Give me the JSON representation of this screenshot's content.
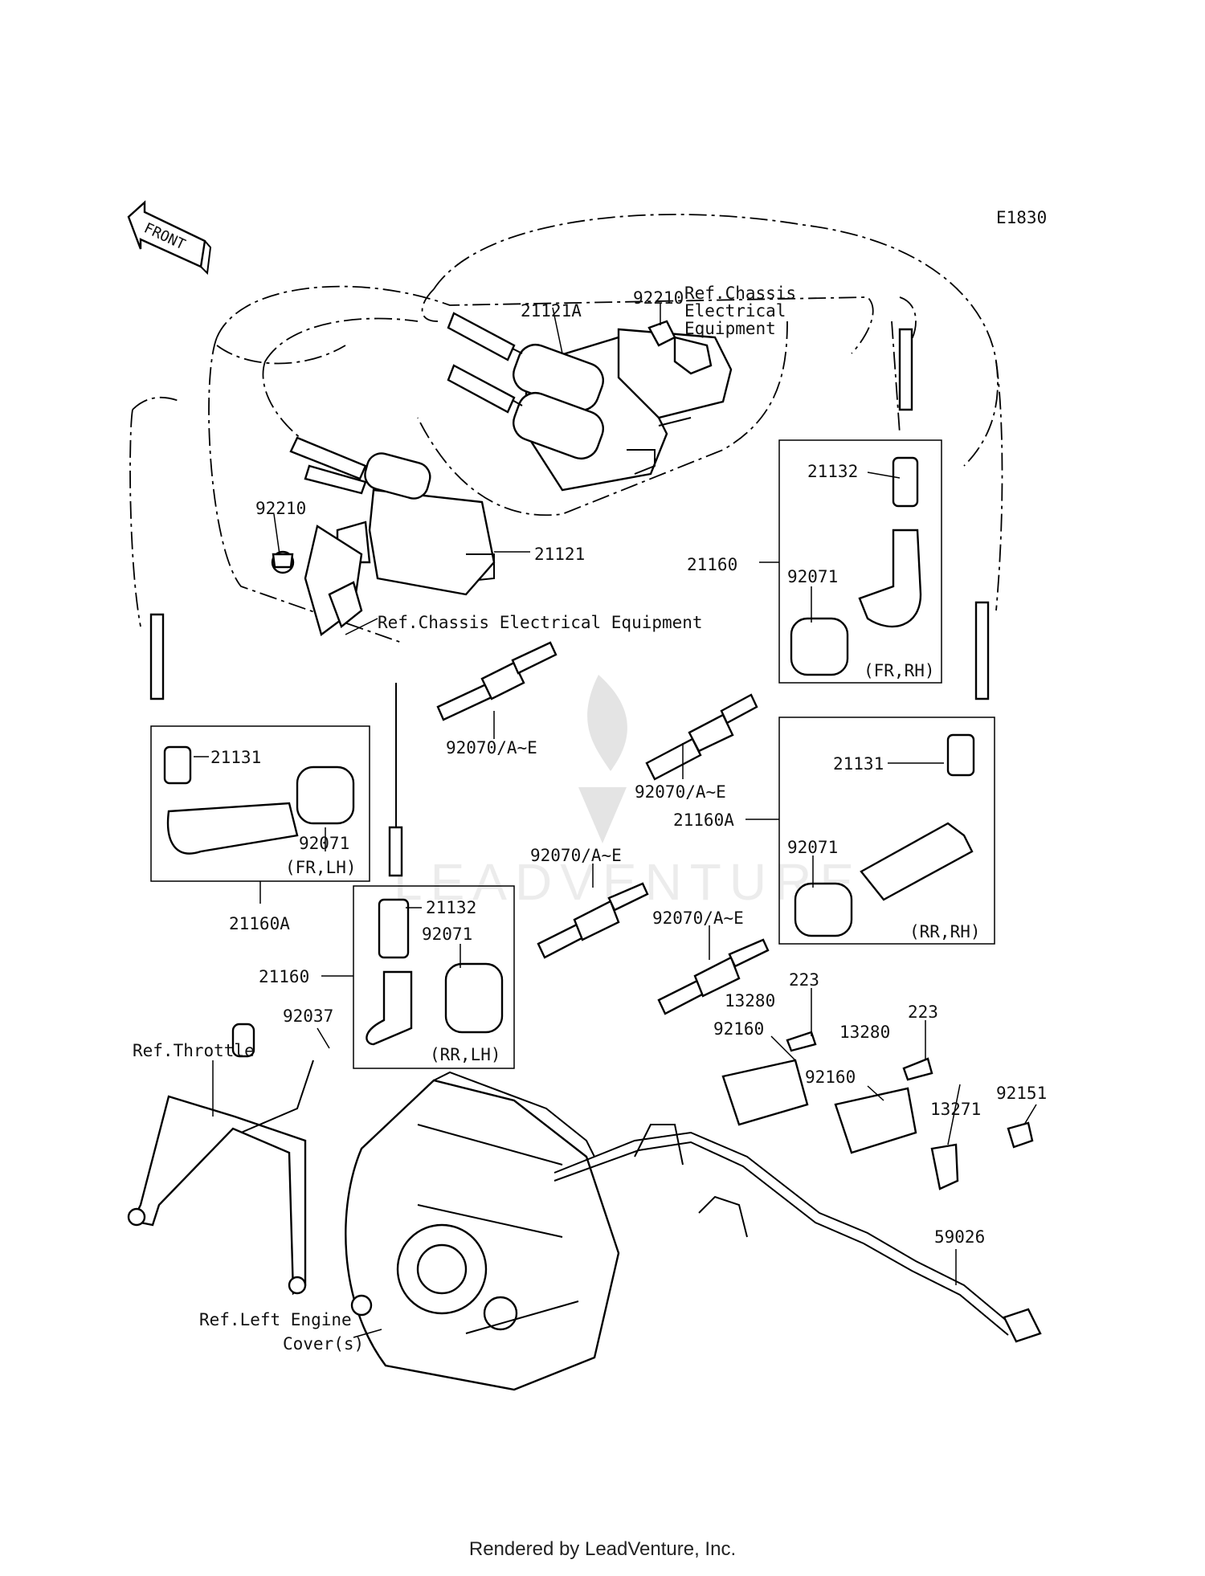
{
  "diagram_code": "E1830",
  "front_arrow_label": "FRONT",
  "watermark_text": "LEADVENTURE",
  "footer": "Rendered by LeadVenture, Inc.",
  "callouts": {
    "c92210_top": "92210",
    "ref_chassis_top_1": "Ref.Chassis",
    "ref_chassis_top_2": "Electrical",
    "ref_chassis_top_3": "Equipment",
    "c21121A": "21121A",
    "c92210_left": "92210",
    "c21121": "21121",
    "ref_chassis_left": "Ref.Chassis Electrical Equipment",
    "c21132_top": "21132",
    "c21160_top": "21160",
    "c92071_fr_rh": "92071",
    "fr_rh": "(FR,RH)",
    "c92070_left": "92070/A~E",
    "c92070_mid": "92070/A~E",
    "c21131_left": "21131",
    "c92071_fr_lh": "92071",
    "fr_lh": "(FR,LH)",
    "c21160A_left": "21160A",
    "c21131_right": "21131",
    "c21160A_right": "21160A",
    "c92071_rr_rh": "92071",
    "rr_rh": "(RR,RH)",
    "c92070_center": "92070/A~E",
    "c92070_right": "92070/A~E",
    "c21132_bottom": "21132",
    "c92071_rr_lh": "92071",
    "c21160_bottom": "21160",
    "rr_lh": "(RR,LH)",
    "c223_a": "223",
    "c13280_a": "13280",
    "c223_b": "223",
    "c13280_b": "13280",
    "c92160_a": "92160",
    "c92160_b": "92160",
    "c92151": "92151",
    "c13271": "13271",
    "c59026": "59026",
    "c92037": "92037",
    "ref_throttle": "Ref.Throttle",
    "ref_left_engine_1": "Ref.Left Engine",
    "ref_left_engine_2": "Cover(s)"
  }
}
